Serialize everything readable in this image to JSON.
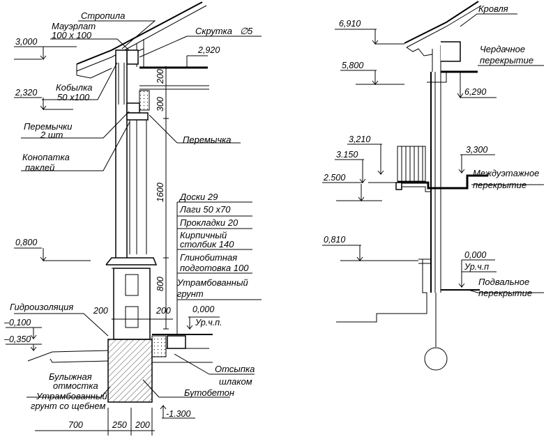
{
  "left_section": {
    "labels": {
      "rafters": "Стропила",
      "mauerlat": "Мауэрлат",
      "mauerlat_size": "100 x 100",
      "twist": "Скрутка",
      "twist_size": "5",
      "kobylka": "Кобылка",
      "kobylka_size": "50 x100",
      "lintels": "Перемычки",
      "lintels_count": "2 шт",
      "caulking": "Конопатка",
      "caulking_material": "паклей",
      "lintel": "Перемычка",
      "waterproofing": "Гидроизоляция",
      "blind_area": "Булыжная",
      "blind_area_2": "отмостка",
      "compacted_soil_gravel": "Утрамбованный",
      "compacted_soil_gravel_2": "грунт со щебнем",
      "slag_backfill": "Отсыпка",
      "slag_backfill_2": "шлаком",
      "rubble_concrete": "Бутобетон"
    },
    "floor_layers": [
      "Доски 29",
      "Лаги 50 x70",
      "Прокладки 20",
      "Кирпичный",
      "столбик 140",
      "Глинобитная",
      "подготовка 100",
      "Утрамбованный",
      "грунт"
    ],
    "elevations": {
      "e1": "3,000",
      "e2": "2,920",
      "e3": "2,320",
      "e4": "0,800",
      "e5": "0,000",
      "e5_note": "Ур.ч.п.",
      "e6": "–0,100",
      "e7": "–0,350",
      "e8": "-1.300"
    },
    "dimensions": {
      "d200_top": "200",
      "d300": "300",
      "d1600": "1600",
      "d800": "800",
      "d200_a": "200",
      "d200_b": "200",
      "w700": "700",
      "w250": "250",
      "w200": "200"
    }
  },
  "right_section": {
    "labels": {
      "roof": "Кровля",
      "attic_floor": "Чердачное",
      "attic_floor_2": "перекрытие",
      "interfloor": "Междуэтажное",
      "interfloor_2": "перекрытие",
      "basement_floor": "Подвальное",
      "basement_floor_2": "перекрытие"
    },
    "elevations": {
      "r1": "6,910",
      "r2": "5,800",
      "r3": "6,290",
      "r4": "3,210",
      "r5": "3.150",
      "r6": "3,300",
      "r7": "2.500",
      "r8": "0,810",
      "r9": "0,000",
      "r9_note": "Ур.ч.п"
    }
  }
}
